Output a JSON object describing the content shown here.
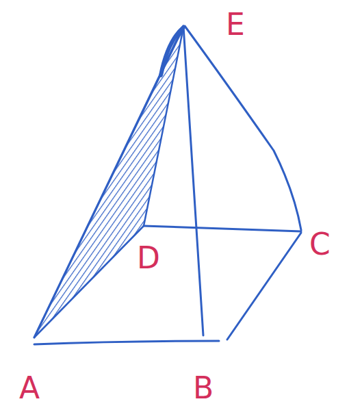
{
  "diagram": {
    "labels": [
      "E",
      "D",
      "C",
      "A",
      "B"
    ]
  }
}
